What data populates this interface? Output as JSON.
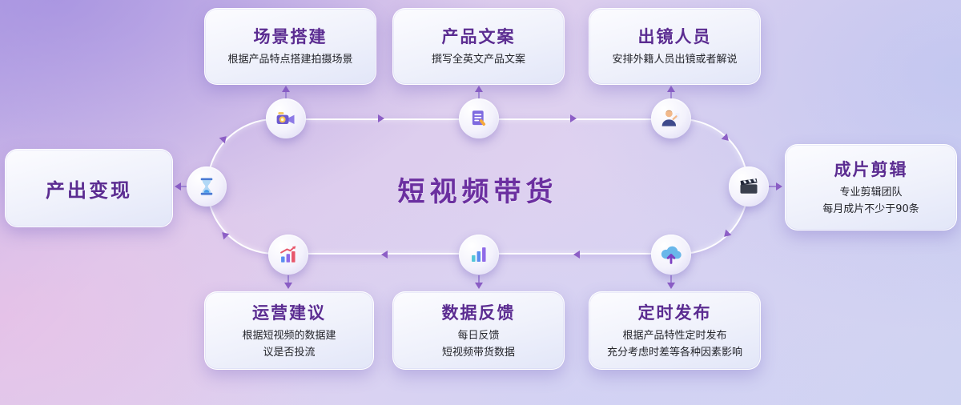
{
  "center": {
    "title": "短视频带货"
  },
  "nodes": {
    "scene": {
      "title": "场景搭建",
      "desc": [
        "根据产品特点搭建拍摄场景"
      ],
      "icon": "camera-icon"
    },
    "copy": {
      "title": "产品文案",
      "desc": [
        "撰写全英文产品文案"
      ],
      "icon": "document-pen-icon"
    },
    "talent": {
      "title": "出镜人员",
      "desc": [
        "安排外籍人员出镜或者解说"
      ],
      "icon": "presenter-icon"
    },
    "edit": {
      "title": "成片剪辑",
      "desc": [
        "专业剪辑团队",
        "每月成片不少于90条"
      ],
      "icon": "clapperboard-icon"
    },
    "publish": {
      "title": "定时发布",
      "desc": [
        "根据产品特性定时发布",
        "充分考虑时差等各种因素影响"
      ],
      "icon": "cloud-upload-icon"
    },
    "data": {
      "title": "数据反馈",
      "desc": [
        "每日反馈",
        "短视频带货数据"
      ],
      "icon": "bar-chart-icon"
    },
    "advice": {
      "title": "运营建议",
      "desc": [
        "根据短视频的数据建",
        "议是否投流"
      ],
      "icon": "growth-chart-icon"
    },
    "monetize": {
      "title": "产出变现",
      "desc": [],
      "icon": "hourglass-icon"
    }
  },
  "colors": {
    "center_title": "#6b2fa0",
    "card_title": "#5b2c91",
    "arrow": "#8d5fc6",
    "connector": "#a68cd8",
    "loop_stroke": "#ffffff"
  }
}
